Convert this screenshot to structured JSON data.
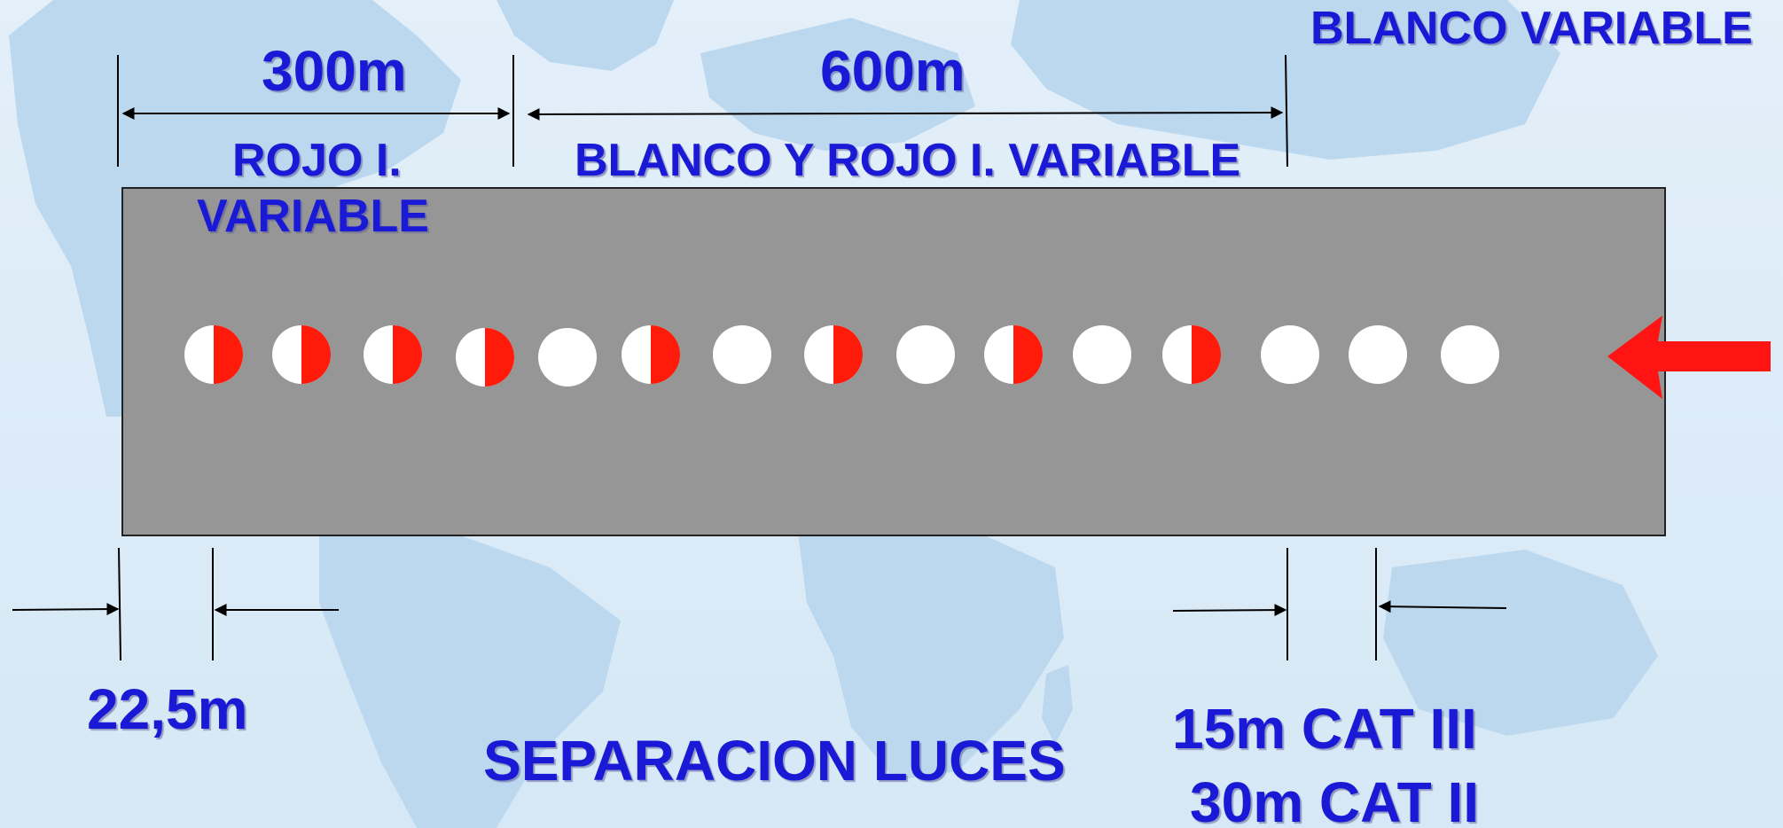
{
  "labels": {
    "top_right": "BLANCO VARIABLE",
    "dist_300": "300m",
    "dist_600": "600m",
    "rojo_line1": "ROJO I.",
    "rojo_line2": "VARIABLE",
    "blanco_rojo": "BLANCO Y ROJO I. VARIABLE",
    "spacing_bottom_left": "22,5m",
    "title": "SEPARACION LUCES",
    "cat_iii": "15m CAT III",
    "cat_ii": "30m CAT II"
  },
  "lights": [
    {
      "type": "half"
    },
    {
      "type": "half"
    },
    {
      "type": "half"
    },
    {
      "type": "half"
    },
    {
      "type": "white"
    },
    {
      "type": "half"
    },
    {
      "type": "white"
    },
    {
      "type": "half"
    },
    {
      "type": "white"
    },
    {
      "type": "half"
    },
    {
      "type": "white"
    },
    {
      "type": "half"
    },
    {
      "type": "white"
    },
    {
      "type": "white"
    },
    {
      "type": "white"
    }
  ],
  "colors": {
    "runway": "#969696",
    "light_white": "#ffffff",
    "light_red": "#ff1a0a",
    "arrow": "#ff1414",
    "text": "#1a1ad6"
  }
}
